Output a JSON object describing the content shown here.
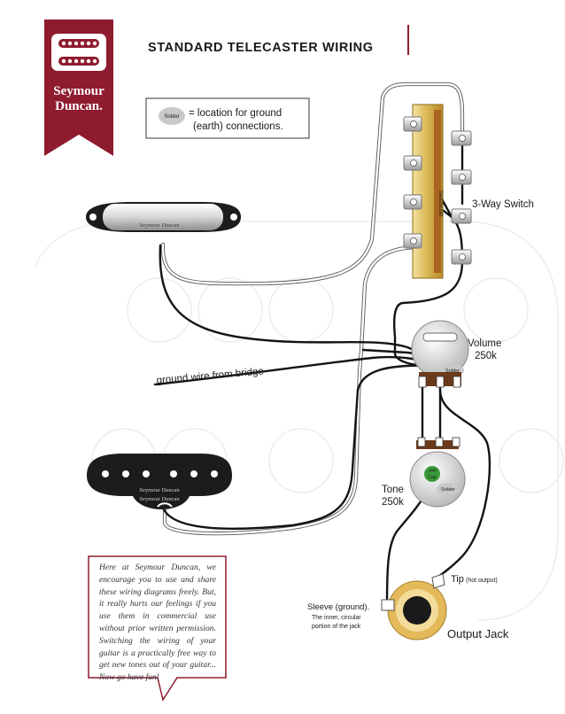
{
  "title": "STANDARD TELECASTER WIRING",
  "logo": {
    "line1": "Seymour",
    "line2": "Duncan.",
    "color": "#8e1b2e"
  },
  "legend": {
    "solder_label": "Solder",
    "text_line1": "= location for ground",
    "text_line2": "(earth) connections."
  },
  "switch": {
    "label": "3-Way Switch",
    "brand": "Switchcraft"
  },
  "volume": {
    "label": "Volume",
    "value": "250k",
    "solder": "Solder"
  },
  "tone": {
    "label": "Tone",
    "value": "250k",
    "solder": "Solder",
    "cap_line1": ".047",
    "cap_line2": "Cap"
  },
  "ground_wire_label": "ground wire from bridge",
  "neck_pickup": {
    "brand": "Seymour Duncan"
  },
  "bridge_pickup": {
    "brand1": "Seymour Duncan",
    "brand2": "Seymour Duncan"
  },
  "jack": {
    "label": "Output Jack",
    "tip": "Tip",
    "tip_note": "(hot output)",
    "sleeve": "Sleeve (ground).",
    "sleeve_note1": "The inner, circular",
    "sleeve_note2": "portion of the jack"
  },
  "note": "Here at Seymour Duncan, we encourage you to use and share these wiring diagrams freely. But, it really hurts our feelings if you use them in commercial use without prior written permission. Switching the wiring of your guitar is a practically free way to get new tones out of your guitar... Now go have fun!",
  "colors": {
    "wire_black": "#141414",
    "wire_white": "#ffffff",
    "brass": "#c79a2c",
    "accent": "#8e1b2e"
  }
}
